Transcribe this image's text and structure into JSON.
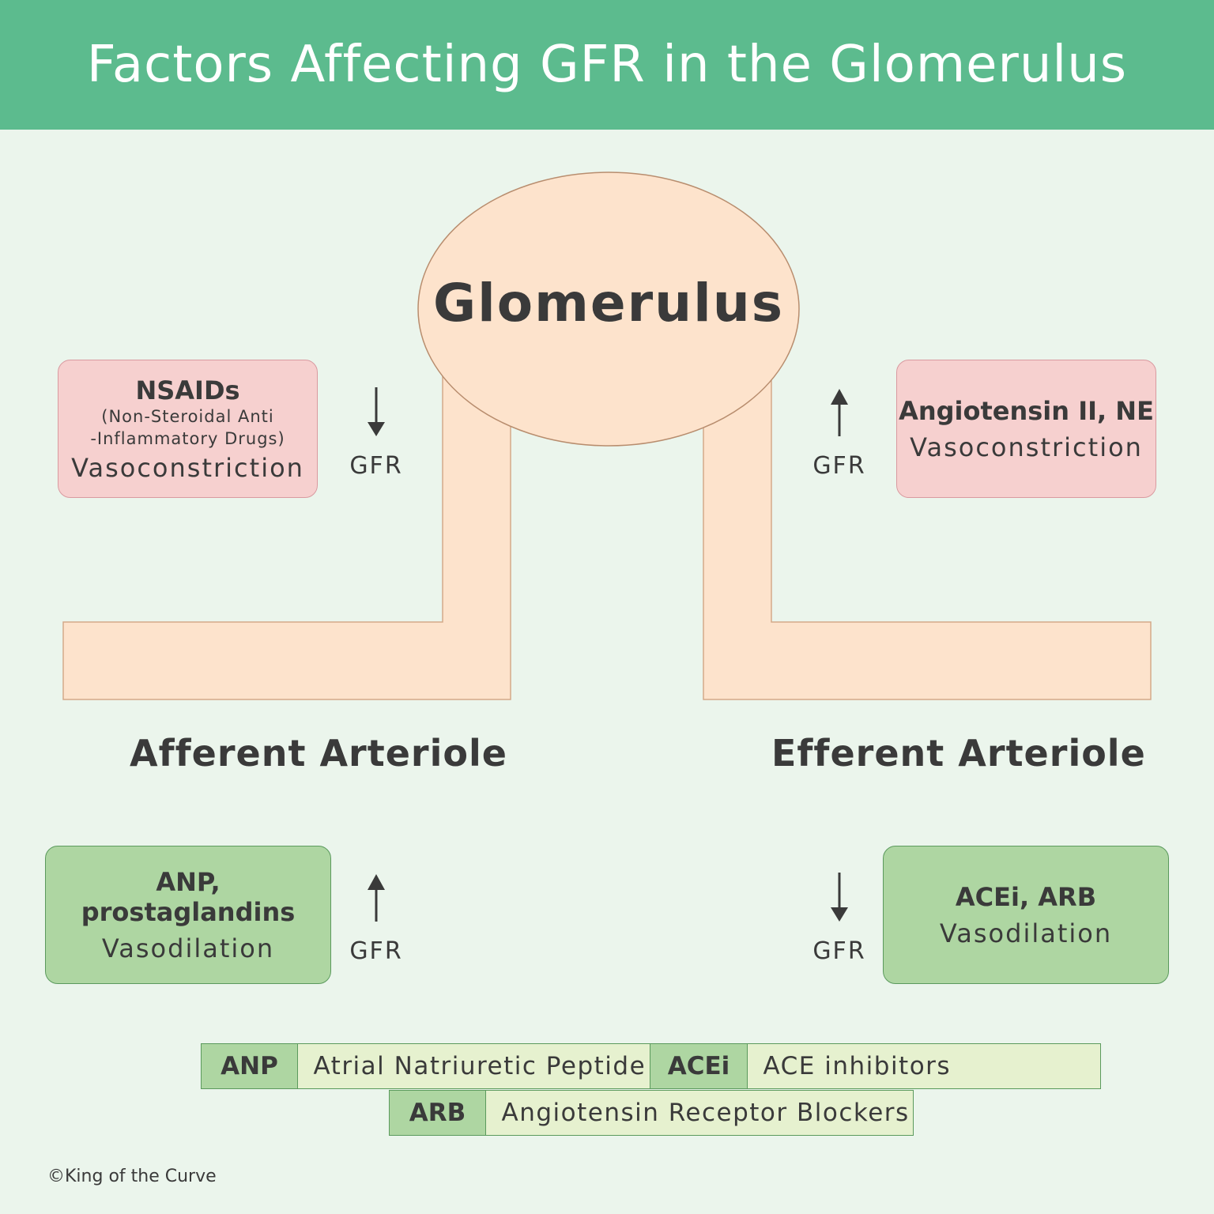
{
  "title": "Factors Affecting GFR in the Glomerulus",
  "glomerulus": "Glomerulus",
  "afferent_label": "Afferent Arteriole",
  "efferent_label": "Efferent Arteriole",
  "boxes": {
    "nsaids": {
      "name": "NSAIDs",
      "detail_1": "(Non-Steroidal Anti",
      "detail_2": "-Inflammatory Drugs)",
      "effect": "Vasoconstriction"
    },
    "angiotensin": {
      "name": "Angiotensin II, NE",
      "effect": "Vasoconstriction"
    },
    "anp": {
      "name": "ANP, prostaglandins",
      "effect": "Vasodilation"
    },
    "acei": {
      "name": "ACEi, ARB",
      "effect": "Vasodilation"
    }
  },
  "gfr": {
    "label": "GFR",
    "nsaids_direction": "down",
    "angiotensin_direction": "up",
    "anp_direction": "up",
    "acei_direction": "down"
  },
  "legend": [
    {
      "abbr": "ANP",
      "full": "Atrial Natriuretic Peptide"
    },
    {
      "abbr": "ACEi",
      "full": "ACE inhibitors"
    },
    {
      "abbr": "ARB",
      "full": "Angiotensin Receptor Blockers"
    }
  ],
  "copyright": "©King of the Curve",
  "colors": {
    "header": "#5cbb8e",
    "background": "#ebf5ec",
    "vessel": "#fde3cc",
    "vessel_stroke": "#d4a98a",
    "constriction_box": "#f6d0cf",
    "dilation_box": "#aed6a2",
    "legend_full": "#e6f1cf"
  }
}
